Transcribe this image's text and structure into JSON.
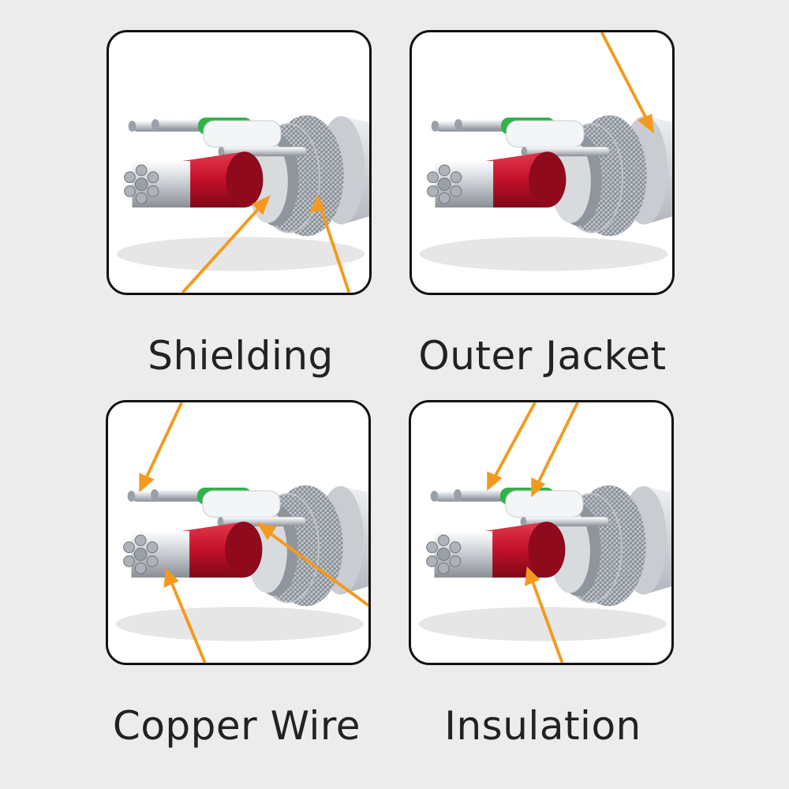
{
  "accent": "#f39a1e",
  "cable_colors": {
    "jacket": "#d6d7da",
    "braid": "#a9adb3",
    "insulation_red": "#c4102a",
    "copper": "#b8bcc2",
    "green": "#2fb34a"
  },
  "panels": [
    {
      "id": "shielding",
      "label": "Shielding"
    },
    {
      "id": "outer-jacket",
      "label": "Outer Jacket"
    },
    {
      "id": "copper-wire",
      "label": "Copper Wire"
    },
    {
      "id": "insulation",
      "label": "Insulation"
    }
  ]
}
